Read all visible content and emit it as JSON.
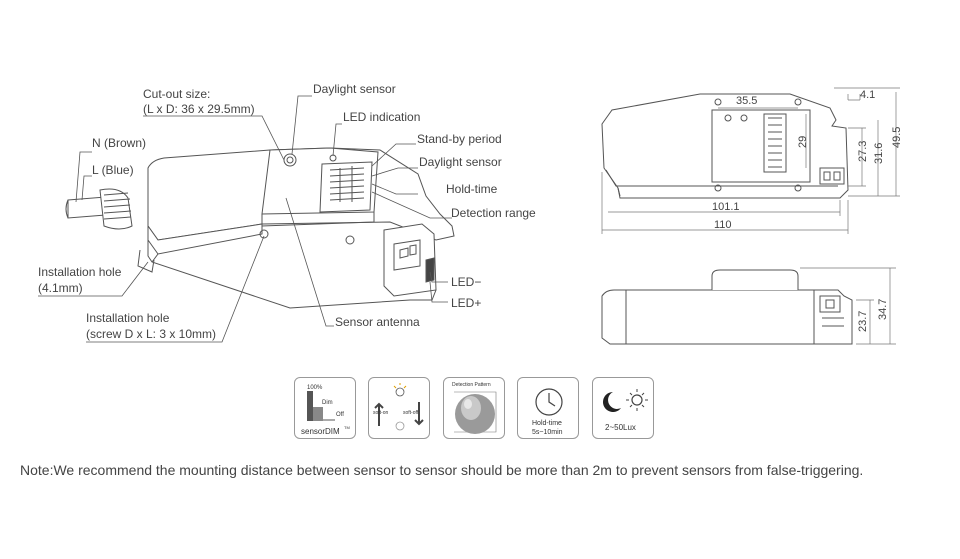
{
  "callouts": {
    "cutout_title": "Cut-out size:",
    "cutout_value": "(L x D: 36 x 29.5mm)",
    "daylight_sensor_top": "Daylight sensor",
    "led_indication": "LED indication",
    "standby_period": "Stand-by period",
    "daylight_sensor_switch": "Daylight sensor",
    "hold_time": "Hold-time",
    "detection_range": "Detection range",
    "n_brown": "N (Brown)",
    "l_blue": "L (Blue)",
    "install_hole_line1": "Installation hole",
    "install_hole_line2": "(4.1mm)",
    "install_hole_screw_line1": "Installation hole",
    "install_hole_screw_line2": "(screw D x L: 3 x 10mm)",
    "sensor_antenna": "Sensor antenna",
    "led_minus": "LED−",
    "led_plus": "LED+"
  },
  "dimensions": {
    "top_width": "35.5",
    "top_offset": "4.1",
    "height_29": "29",
    "height_27_3": "27.3",
    "height_31_6": "31.6",
    "height_49_5": "49.5",
    "length_101_1": "101.1",
    "length_110": "110",
    "side_23_7": "23.7",
    "side_34_7": "34.7"
  },
  "icons": {
    "sensordim": {
      "pct100": "100%",
      "dim": "Dim",
      "off": "Off",
      "label": "sensorDIM",
      "tm": "TM"
    },
    "softon": {
      "soft_on": "soft-on",
      "soft_off": "soft-off"
    },
    "detection": {
      "title": "Detection Pattern"
    },
    "holdtime": {
      "line1": "Hold-time",
      "line2": "5s~10min"
    },
    "lux": {
      "label": "2~50Lux"
    }
  },
  "note": {
    "text": "Note:We recommend the mounting distance between sensor to sensor should be more than 2m to prevent sensors from false-triggering."
  }
}
